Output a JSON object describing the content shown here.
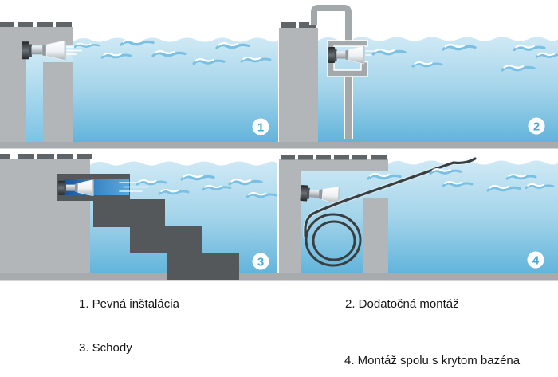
{
  "diagram": {
    "background_color": "#ffffff",
    "panels": [
      {
        "number": "1",
        "caption": "1. Pevná inštalácia",
        "scene": "fixed-installation",
        "icons": [
          "jet-unit-icon",
          "wave-icon",
          "number-badge"
        ]
      },
      {
        "number": "2",
        "caption": "2. Dodatočná montáž",
        "scene": "retrofit-mounting-over-pool-edge",
        "icons": [
          "jet-unit-icon",
          "hook-pipe-icon",
          "mounting-bracket-icon",
          "wave-icon",
          "number-badge"
        ]
      },
      {
        "number": "3",
        "caption": "3. Schody",
        "scene": "stairs-installation",
        "icons": [
          "jet-unit-icon",
          "stairs-icon",
          "jet-stream-icon",
          "wave-icon",
          "number-badge"
        ]
      },
      {
        "number": "4",
        "caption": "4. Montáž spolu s krytom bazéna",
        "scene": "mounting-with-pool-cover",
        "icons": [
          "jet-unit-icon",
          "cover-reel-icon",
          "cover-line-icon",
          "wave-icon",
          "number-badge"
        ]
      }
    ],
    "colors": {
      "water_top": "#cfe9f5",
      "water_mid": "#a3d4ea",
      "water_deep": "#62b4db",
      "channel_top": "#d5ecf6",
      "channel_deep": "#7cc3e4",
      "wall": "#b2b6b9",
      "tile": "#5f6468",
      "floor": "#a7abae",
      "dark_structure": "#54585b",
      "pipe": "#a3a8ab",
      "jet_dark": "#17549a",
      "jet_light": "#5ba8dc",
      "wave": "#79c0e2",
      "badge_bg": "#ffffff",
      "badge_number": "#4aa7d6",
      "cable": "#3a3e41",
      "caption_text": "#161616"
    }
  }
}
